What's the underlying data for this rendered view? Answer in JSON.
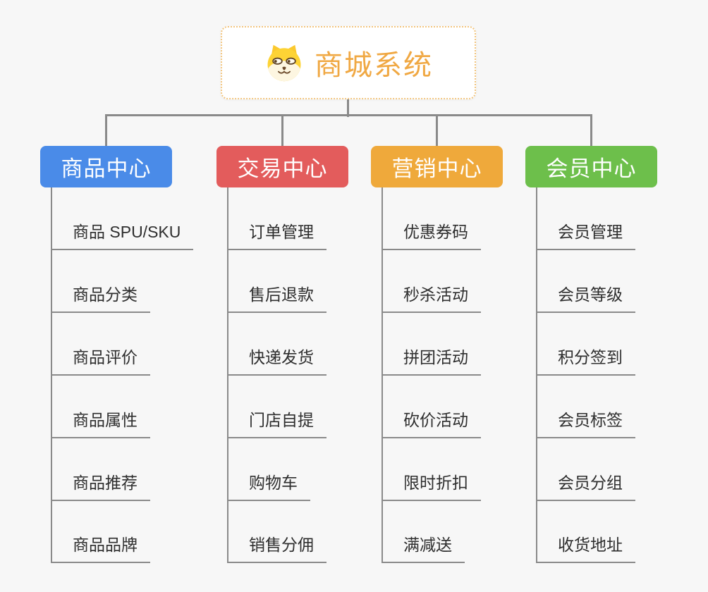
{
  "root": {
    "title": "商城系统",
    "icon": "doge-icon"
  },
  "colors": {
    "background": "#f7f7f7",
    "root_text": "#f0a843",
    "root_border": "#f2c57e",
    "connector": "#8a8a8a",
    "item_text": "#2e2e2e"
  },
  "branches": [
    {
      "label": "商品中心",
      "color": "#4a8be8",
      "items": [
        "商品 SPU/SKU",
        "商品分类",
        "商品评价",
        "商品属性",
        "商品推荐",
        "商品品牌"
      ]
    },
    {
      "label": "交易中心",
      "color": "#e35c5c",
      "items": [
        "订单管理",
        "售后退款",
        "快递发货",
        "门店自提",
        "购物车",
        "销售分佣"
      ]
    },
    {
      "label": "营销中心",
      "color": "#efa93b",
      "items": [
        "优惠券码",
        "秒杀活动",
        "拼团活动",
        "砍价活动",
        "限时折扣",
        "满减送"
      ]
    },
    {
      "label": "会员中心",
      "color": "#6dbf4b",
      "items": [
        "会员管理",
        "会员等级",
        "积分签到",
        "会员标签",
        "会员分组",
        "收货地址"
      ]
    }
  ]
}
